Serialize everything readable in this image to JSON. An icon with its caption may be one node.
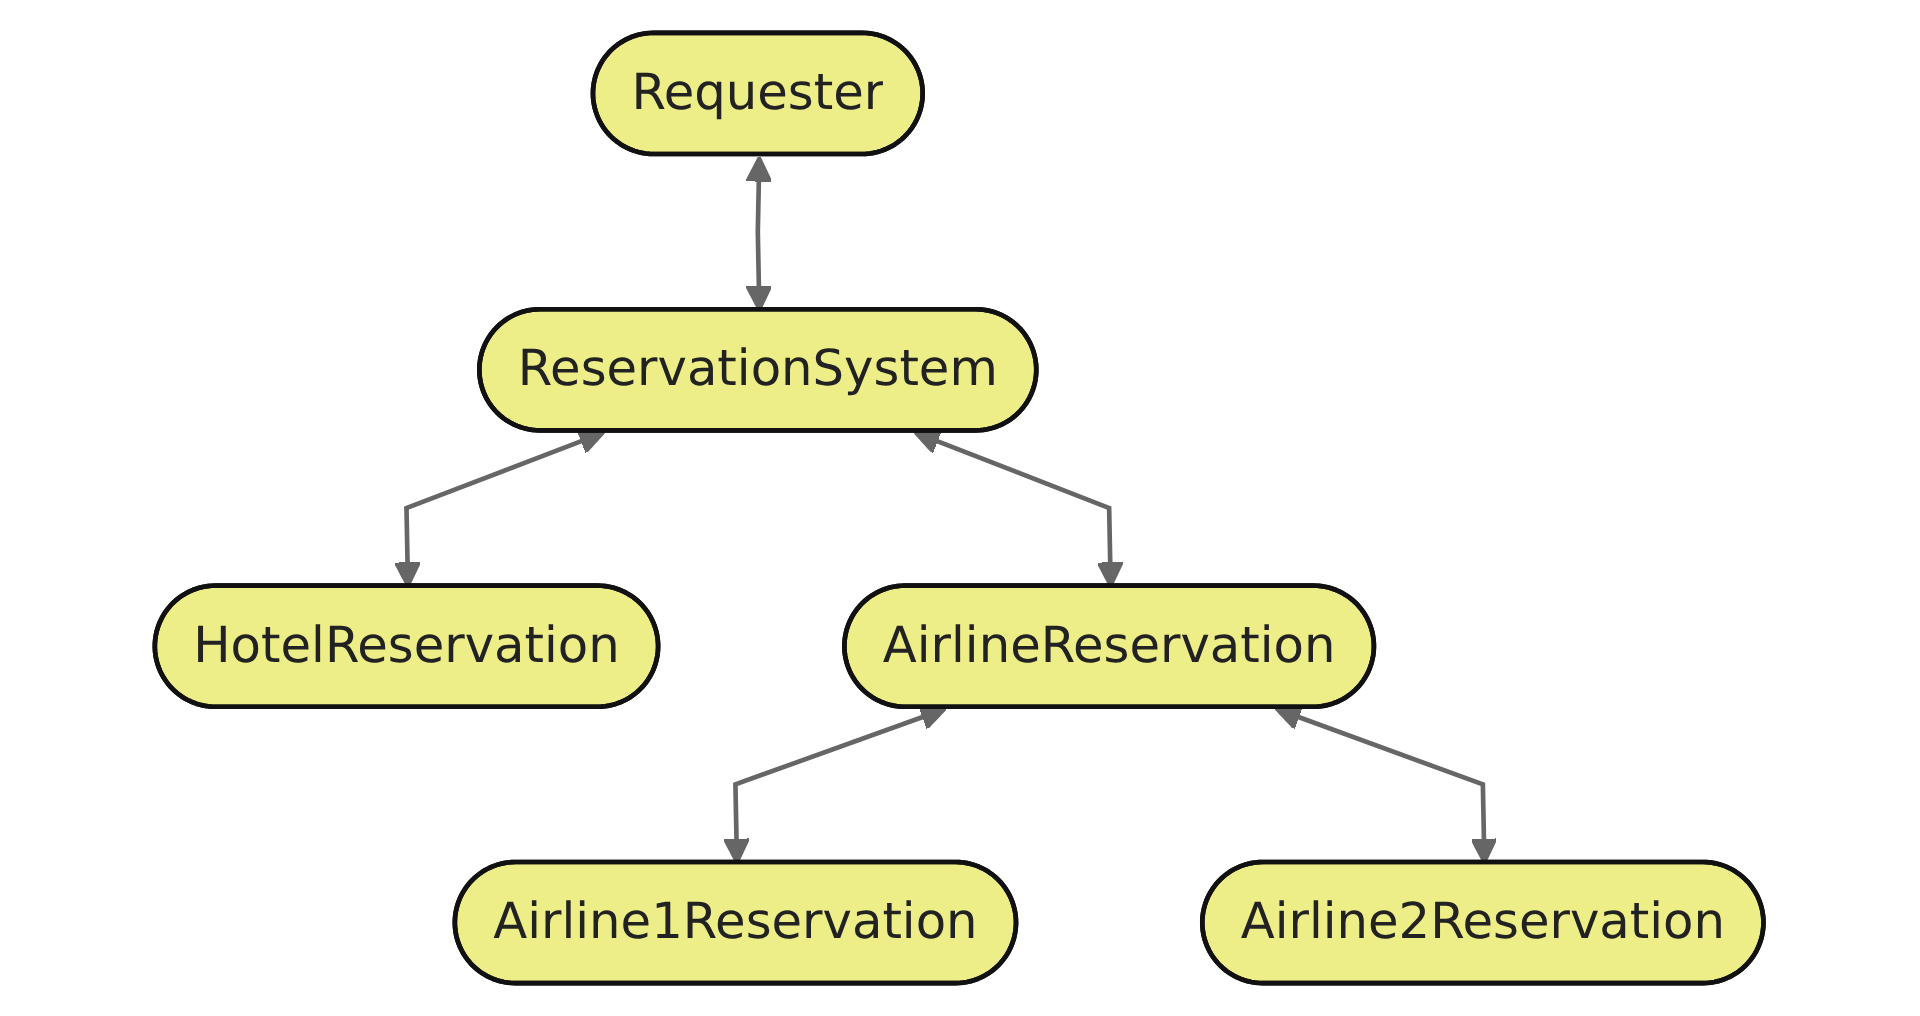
{
  "diagram": {
    "nodes": [
      {
        "text": [
          "Requester"
        ]
      },
      {
        "text": [
          "ReservationSystem"
        ]
      },
      {
        "text": [
          "HotelReservation"
        ]
      },
      {
        "text": [
          "AirlineReservation"
        ]
      },
      {
        "text": [
          "Airline1Reservation"
        ]
      },
      {
        "text": [
          "Airline2Reservation"
        ]
      }
    ],
    "edges": [
      {
        "from": 0,
        "to": 1,
        "arrow": "both"
      },
      {
        "from": 1,
        "to": 2,
        "arrow": "both"
      },
      {
        "from": 1,
        "to": 3,
        "arrow": "both"
      },
      {
        "from": 3,
        "to": 4,
        "arrow": "both"
      },
      {
        "from": 3,
        "to": 5,
        "arrow": "both"
      }
    ]
  }
}
